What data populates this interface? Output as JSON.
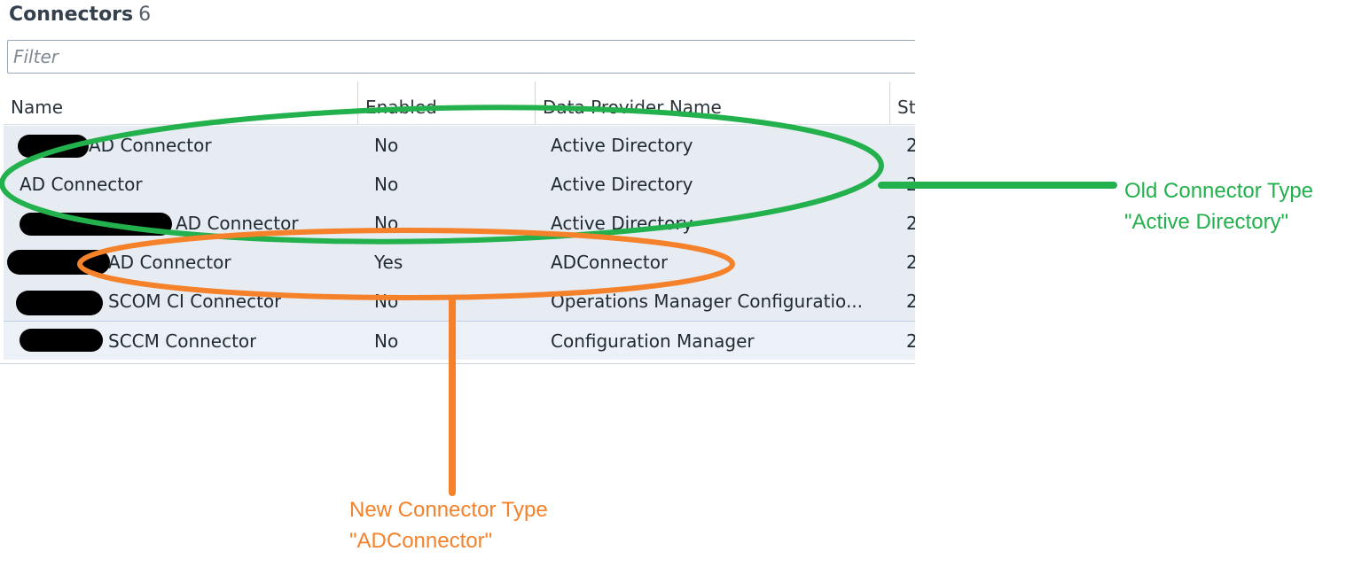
{
  "panel": {
    "title": "Connectors",
    "count": "6"
  },
  "filter": {
    "placeholder": "Filter",
    "value": ""
  },
  "grid": {
    "columns": [
      "Name",
      "Enabled",
      "Data Provider Name",
      "St"
    ],
    "rows": [
      {
        "name": "AD Connector",
        "enabled": "No",
        "provider": "Active Directory",
        "status": "2",
        "redacted": true
      },
      {
        "name": "AD Connector",
        "enabled": "No",
        "provider": "Active Directory",
        "status": "2",
        "redacted": false
      },
      {
        "name": "AD Connector",
        "enabled": "No",
        "provider": "Active Directory",
        "status": "2",
        "redacted": true
      },
      {
        "name": "AD Connector",
        "enabled": "Yes",
        "provider": "ADConnector",
        "status": "2",
        "redacted": true
      },
      {
        "name": "SCOM CI Connector",
        "enabled": "No",
        "provider": "Operations Manager Configuratio...",
        "status": "2",
        "redacted": true
      },
      {
        "name": "SCCM Connector",
        "enabled": "No",
        "provider": "Configuration Manager",
        "status": "2",
        "redacted": true,
        "selected": true
      }
    ]
  },
  "annotations": {
    "old": {
      "line1": "Old Connector Type",
      "line2": "\"Active Directory\"",
      "color": "#22b14c"
    },
    "new": {
      "line1": "New Connector Type",
      "line2": "\"ADConnector\"",
      "color": "#f5822a"
    }
  }
}
